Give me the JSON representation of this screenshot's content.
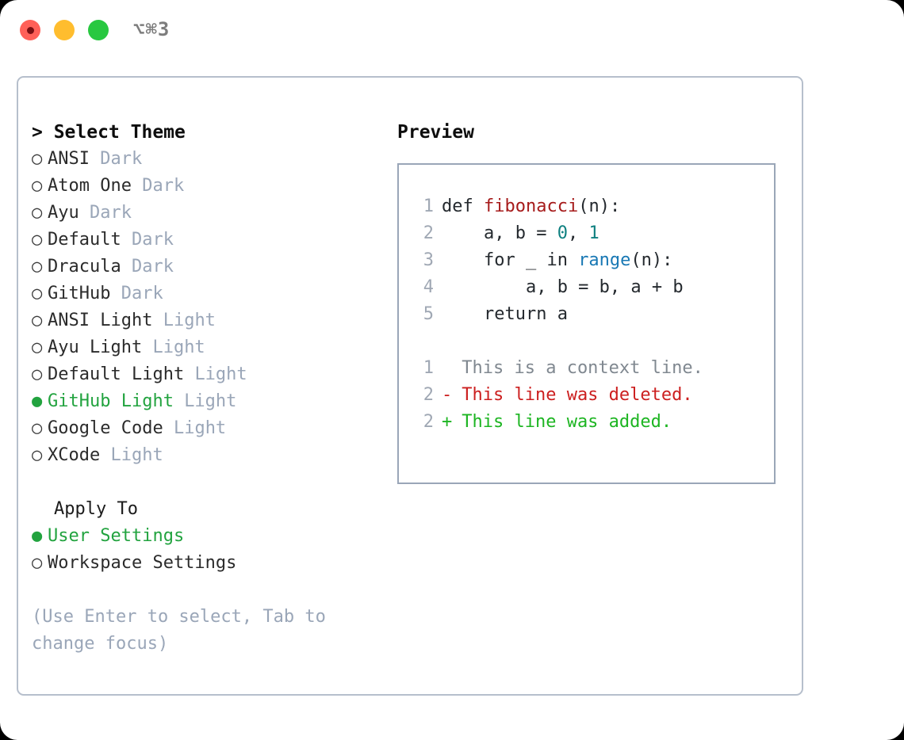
{
  "titlebar": {
    "lights": [
      {
        "name": "close-button",
        "color": "#ff6058",
        "recording": true
      },
      {
        "name": "minimize-button",
        "color": "#ffbd2e",
        "recording": false
      },
      {
        "name": "maximize-button",
        "color": "#28c840",
        "recording": false
      }
    ],
    "shortcut": "⌥⌘3"
  },
  "theme_section": {
    "caret": "> ",
    "title": "Select Theme",
    "options": [
      {
        "bullet": "○",
        "label": "ANSI",
        "variant": "Dark",
        "selected": false
      },
      {
        "bullet": "○",
        "label": "Atom One",
        "variant": "Dark",
        "selected": false
      },
      {
        "bullet": "○",
        "label": "Ayu",
        "variant": "Dark",
        "selected": false
      },
      {
        "bullet": "○",
        "label": "Default",
        "variant": "Dark",
        "selected": false
      },
      {
        "bullet": "○",
        "label": "Dracula",
        "variant": "Dark",
        "selected": false
      },
      {
        "bullet": "○",
        "label": "GitHub",
        "variant": "Dark",
        "selected": false
      },
      {
        "bullet": "○",
        "label": "ANSI Light",
        "variant": "Light",
        "selected": false
      },
      {
        "bullet": "○",
        "label": "Ayu Light",
        "variant": "Light",
        "selected": false
      },
      {
        "bullet": "○",
        "label": "Default Light",
        "variant": "Light",
        "selected": false
      },
      {
        "bullet": "●",
        "label": "GitHub Light",
        "variant": "Light",
        "selected": true
      },
      {
        "bullet": "○",
        "label": "Google Code",
        "variant": "Light",
        "selected": false
      },
      {
        "bullet": "○",
        "label": "XCode",
        "variant": "Light",
        "selected": false
      }
    ]
  },
  "apply_section": {
    "title": "Apply To",
    "options": [
      {
        "bullet": "●",
        "label": "User Settings",
        "selected": true
      },
      {
        "bullet": "○",
        "label": "Workspace Settings",
        "selected": false
      }
    ]
  },
  "hint": "(Use Enter to select, Tab to change focus)",
  "preview": {
    "title": "Preview",
    "code_lines": [
      {
        "no": "1",
        "segments": [
          {
            "text": "def ",
            "type": "plain"
          },
          {
            "text": "fibonacci",
            "type": "fn"
          },
          {
            "text": "(n):",
            "type": "plain"
          }
        ]
      },
      {
        "no": "2",
        "segments": [
          {
            "text": "    a, b = ",
            "type": "plain"
          },
          {
            "text": "0",
            "type": "num"
          },
          {
            "text": ", ",
            "type": "plain"
          },
          {
            "text": "1",
            "type": "num"
          }
        ]
      },
      {
        "no": "3",
        "segments": [
          {
            "text": "    for _ in ",
            "type": "plain"
          },
          {
            "text": "range",
            "type": "builtin"
          },
          {
            "text": "(n):",
            "type": "plain"
          }
        ]
      },
      {
        "no": "4",
        "segments": [
          {
            "text": "        a, b = b, a + b",
            "type": "plain"
          }
        ]
      },
      {
        "no": "5",
        "segments": [
          {
            "text": "    return a",
            "type": "plain"
          }
        ]
      }
    ],
    "diff_lines": [
      {
        "no": "1",
        "marker": " ",
        "text": "This is a context line.",
        "kind": "ctx"
      },
      {
        "no": "2",
        "marker": "-",
        "text": "This line was deleted.",
        "kind": "del"
      },
      {
        "no": "2",
        "marker": "+",
        "text": "This line was added.",
        "kind": "add"
      }
    ]
  },
  "colors": {
    "accent_green": "#22a33f",
    "muted": "#9aa6b8",
    "border": "#b6bfcc",
    "preview_border": "#9aa6b8",
    "fn": "#a61b1b",
    "num": "#0f8080",
    "builtin": "#1878b4",
    "diff_del": "#cc1f1f",
    "diff_add": "#1db522"
  }
}
